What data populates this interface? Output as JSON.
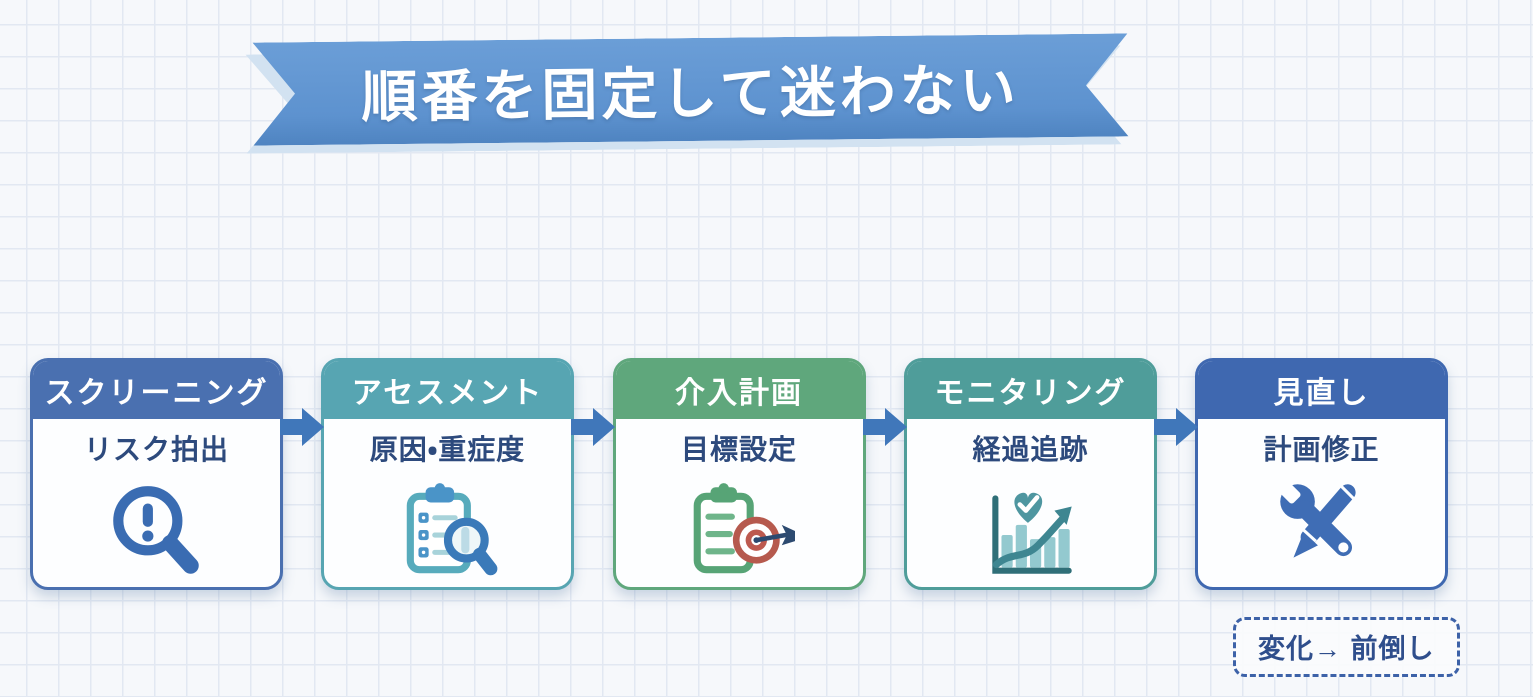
{
  "banner": {
    "title": "順番を固定して迷わない"
  },
  "steps": [
    {
      "title": "スクリーニング",
      "subtitle": "リスク拍出",
      "icon": "magnifier-exclamation-icon",
      "color": "#4a70b0"
    },
    {
      "title": "アセスメント",
      "subtitle": "原因・重症度",
      "icon": "clipboard-checklist-magnifier-icon",
      "color": "#57a5b2"
    },
    {
      "title": "介入計画",
      "subtitle": "目標設定",
      "icon": "clipboard-target-dart-icon",
      "color": "#5fa77c"
    },
    {
      "title": "モニタリング",
      "subtitle": "経過追跡",
      "icon": "chart-heart-check-icon",
      "color": "#4f9d9a"
    },
    {
      "title": "見直し",
      "subtitle": "計画修正",
      "icon": "wrench-pencil-icon",
      "color": "#3f68b0"
    }
  ],
  "note": {
    "label": "変化→ 前倒し"
  },
  "colors": {
    "background": "#f6f8fb",
    "grid": "#e2e8f2",
    "banner": "#5d92cf",
    "banner_text": "#ffffff",
    "arrow": "#4077ba",
    "subtitle_text": "#2d4a7d",
    "note_border": "#3d62a8"
  }
}
